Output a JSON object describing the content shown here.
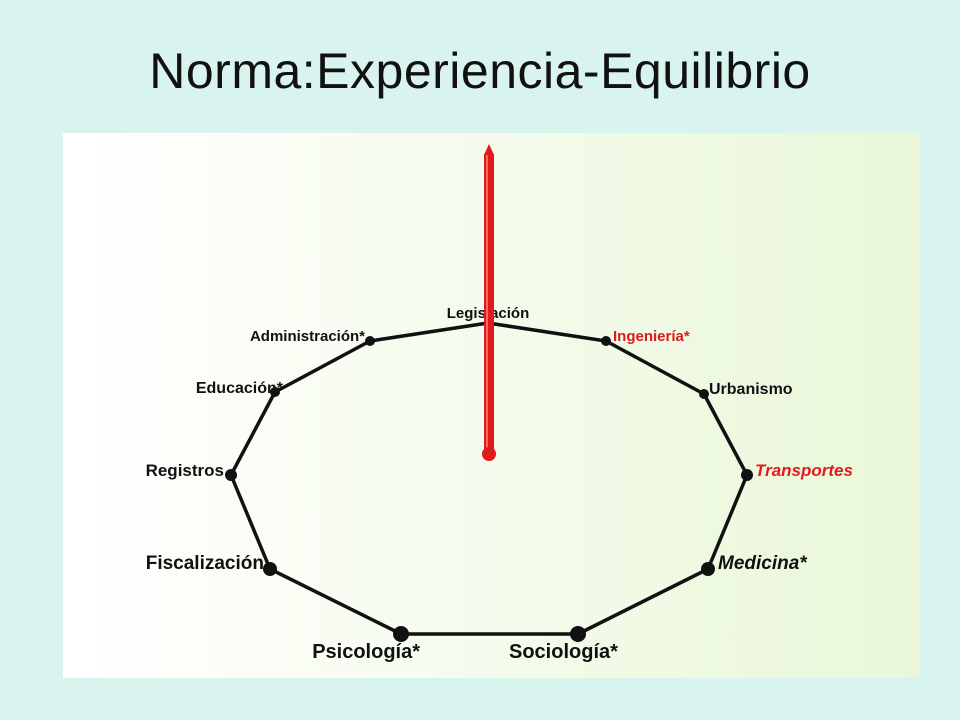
{
  "slide": {
    "title": "Norma:Experiencia-Equilibrio"
  },
  "diagram": {
    "center_node": "Legislación",
    "nodes": [
      {
        "label": "Administración*",
        "color": "#111111",
        "style": "normal"
      },
      {
        "label": "Ingeniería*",
        "color": "#e01b1b",
        "style": "normal"
      },
      {
        "label": "Educación*",
        "color": "#111111",
        "style": "normal"
      },
      {
        "label": "Urbanismo",
        "color": "#111111",
        "style": "normal"
      },
      {
        "label": "Registros",
        "color": "#111111",
        "style": "normal"
      },
      {
        "label": "Transportes",
        "color": "#e01b1b",
        "style": "italic"
      },
      {
        "label": "Fiscalización",
        "color": "#111111",
        "style": "normal"
      },
      {
        "label": "Medicina*",
        "color": "#111111",
        "style": "italic"
      },
      {
        "label": "Psicología*",
        "color": "#111111",
        "style": "normal"
      },
      {
        "label": "Sociología*",
        "color": "#111111",
        "style": "normal"
      }
    ],
    "colors": {
      "pointer": "#e01b1b",
      "ring": "#111111",
      "panel_left": "#ffffff",
      "panel_right": "#e9f7d8"
    }
  }
}
